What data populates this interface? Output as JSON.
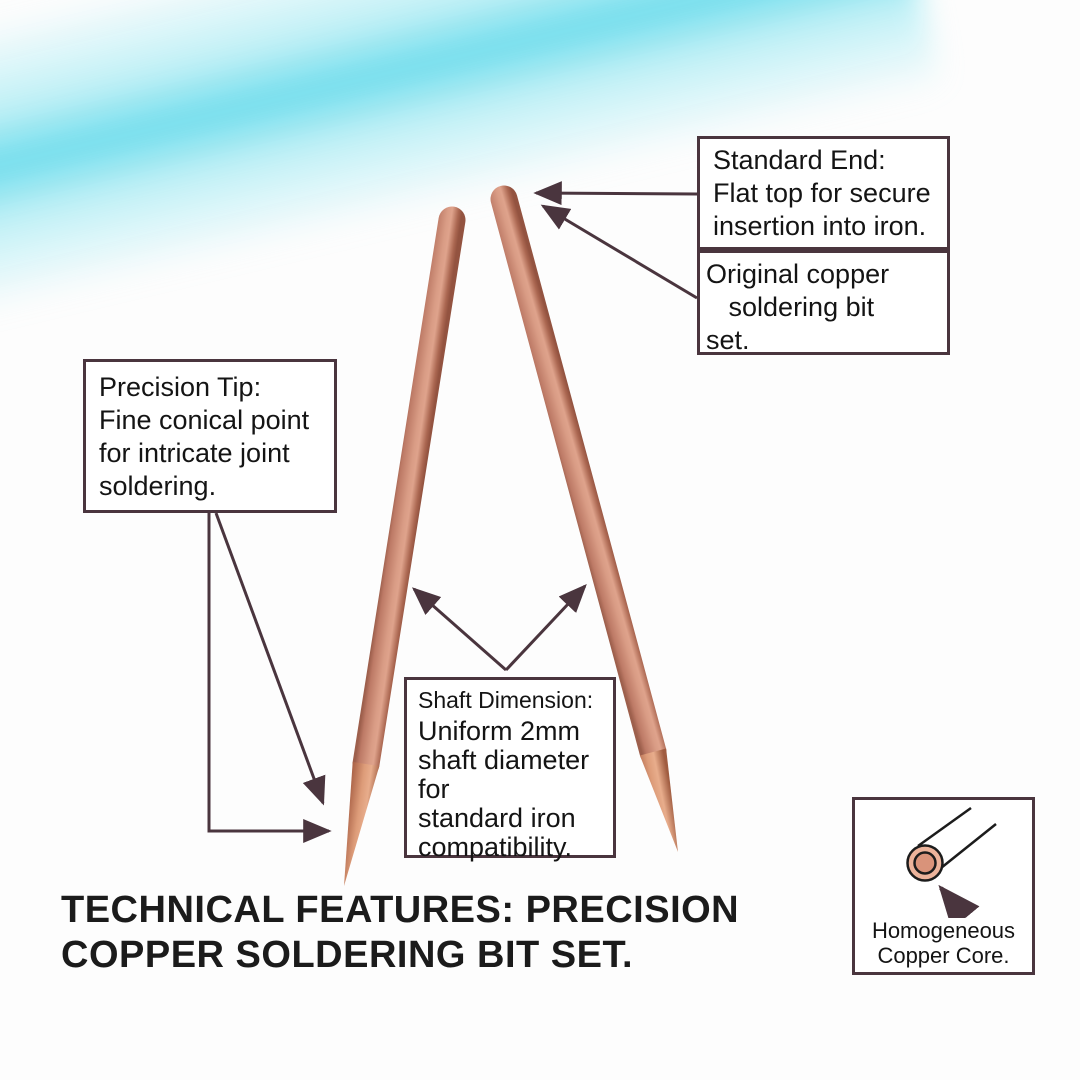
{
  "meta": {
    "kind": "product-infographic",
    "subject": "copper soldering bit set"
  },
  "colors": {
    "background": "#fdfdfd",
    "swoosh_cyan": "#6edcec",
    "callout_border": "#4a353e",
    "connector_line": "#4a353e",
    "text": "#141414",
    "title_text": "#1b1b1b",
    "copper_mid": "#d99c85",
    "copper_dark": "#9d5f4c",
    "copper_tip_light": "#e8ad8c",
    "core_ring_fill": "#ecb39b",
    "core_center_fill": "#d9937a"
  },
  "callouts": {
    "standard_end": {
      "lines": [
        "Standard End:",
        "Flat top for secure",
        "insertion into iron."
      ]
    },
    "original": {
      "lines": [
        "Original copper",
        "   soldering bit",
        "set."
      ]
    },
    "precision": {
      "lines": [
        "Precision Tip:",
        "Fine conical point",
        "for intricate joint",
        "soldering."
      ]
    },
    "shaft": {
      "heading": "Shaft Dimension:",
      "lines": [
        "Uniform 2mm",
        "shaft diameter",
        "for",
        "standard iron",
        "compatibility."
      ]
    },
    "core": {
      "lines": [
        "Homogeneous",
        "Copper Core."
      ]
    }
  },
  "title": {
    "line1": "TECHNICAL FEATURES: PRECISION",
    "line2": "COPPER SOLDERING BIT SET."
  },
  "icons": {
    "rod_count": "2",
    "core_diagram": "rod-cross-section"
  }
}
